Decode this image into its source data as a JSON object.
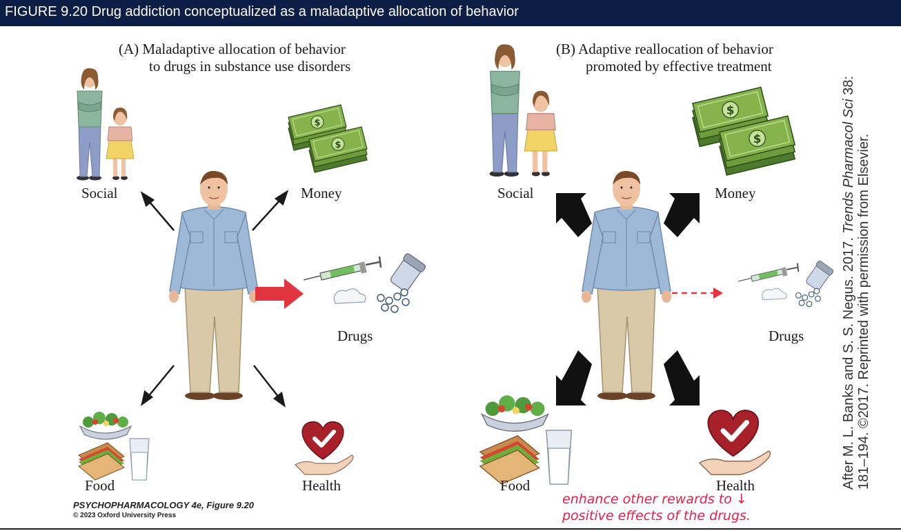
{
  "header": {
    "title": "FIGURE 9.20  Drug addiction conceptualized as a maladaptive allocation of behavior"
  },
  "panel_a": {
    "title_line1": "(A)  Maladaptive allocation of behavior",
    "title_line2": "to drugs in substance use disorders",
    "labels": {
      "social": "Social",
      "money": "Money",
      "drugs": "Drugs",
      "food": "Food",
      "health": "Health"
    }
  },
  "panel_b": {
    "title_line1": "(B)  Adaptive reallocation of behavior",
    "title_line2": "promoted by effective treatment",
    "labels": {
      "social": "Social",
      "money": "Money",
      "drugs": "Drugs",
      "food": "Food",
      "health": "Health"
    }
  },
  "credit": {
    "line1_prefix": "After M. L. Banks and S. S. Negus. 2017. ",
    "line1_journal": "Trends Pharmacol Sci",
    "line1_suffix": " 38:",
    "line2": "181–194. ©2017. Reprinted with permission from Elsevier."
  },
  "publisher": {
    "title": "PSYCHOPHARMACOLOGY 4e, Figure 9.20",
    "copyright": "© 2023 Oxford University Press"
  },
  "handwritten_note": {
    "line1": "enhance other rewards to ↓",
    "line2": "positive effects of the drugs."
  },
  "colors": {
    "header_bg": "#0c1d46",
    "drug_arrow": "#e0343f",
    "note": "#e0224a",
    "shirt": "#9eb8d8",
    "pants": "#d9c9a6",
    "money": "#5e8c33"
  },
  "icons": [
    "woman-child-icon",
    "money-stack-icon",
    "syringe-pills-icon",
    "food-tray-icon",
    "heart-hand-icon",
    "man-figure-icon"
  ]
}
